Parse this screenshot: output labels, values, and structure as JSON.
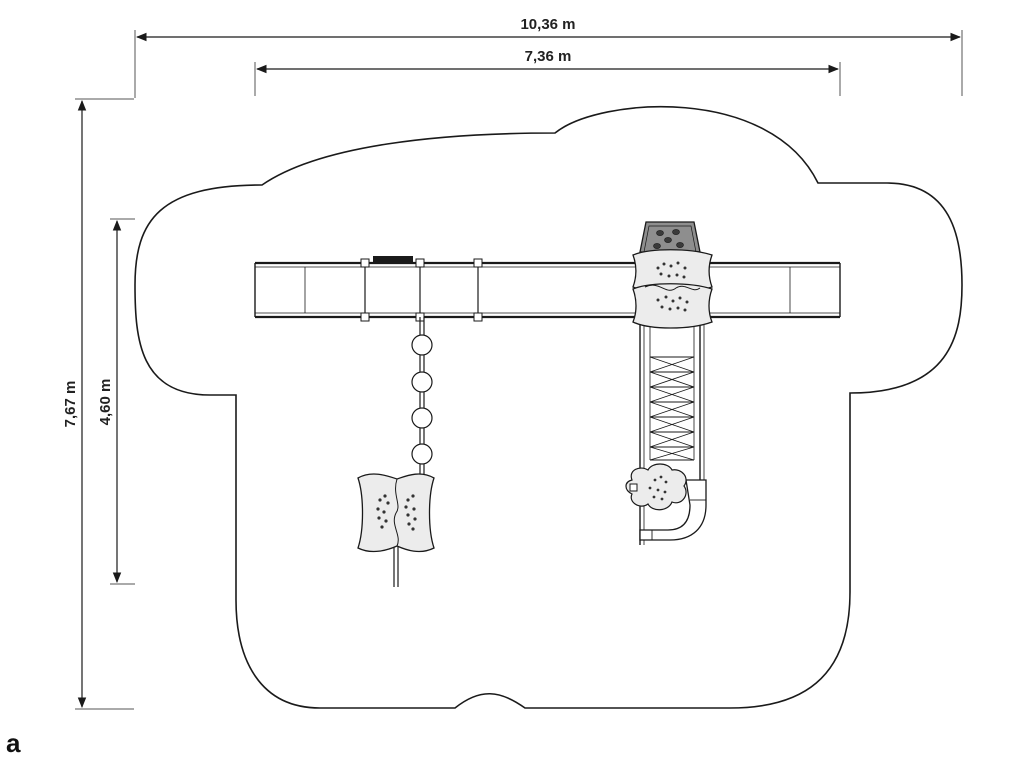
{
  "dimensions": {
    "overall_width": "10,36 m",
    "structure_width": "7,36 m",
    "overall_depth": "7,67 m",
    "structure_depth": "4,60 m"
  },
  "panel_label": "a",
  "colors": {
    "line": "#1a1a1a",
    "panel_fill": "#ececec",
    "climb_fill": "#8e8e8e",
    "background": "#ffffff"
  }
}
